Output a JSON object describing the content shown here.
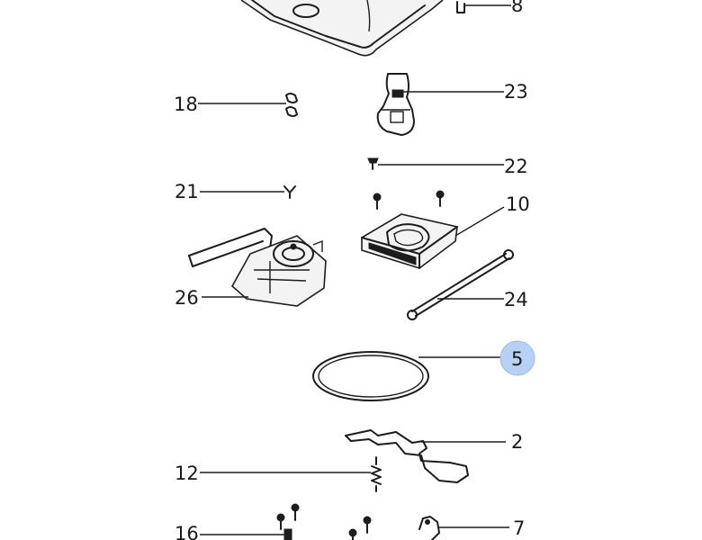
{
  "diagram": {
    "callouts": {
      "c8": "8",
      "c23": "23",
      "c18": "18",
      "c22": "22",
      "c21": "21",
      "c10": "10",
      "c26": "26",
      "c24": "24",
      "c5": "5",
      "c2": "2",
      "c12": "12",
      "c16": "16",
      "c7": "7"
    },
    "highlighted_callout": "5",
    "highlight_color": "#b8d0f4"
  }
}
